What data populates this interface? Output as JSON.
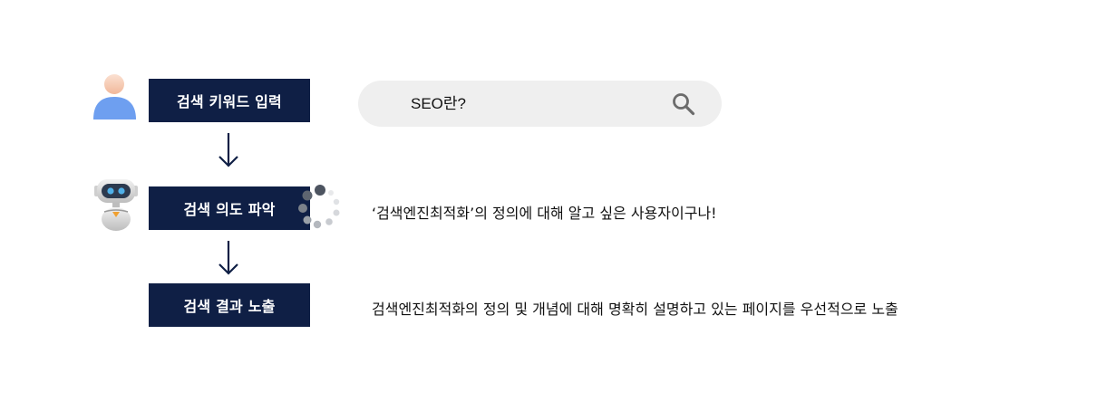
{
  "steps": [
    {
      "label": "검색 키워드 입력"
    },
    {
      "label": "검색 의도 파악"
    },
    {
      "label": "검색 결과 노출"
    }
  ],
  "search": {
    "query": "SEO란?",
    "icon": "search-icon"
  },
  "notes": [
    {
      "text": "‘검색엔진최적화’의 정의에 대해 알고 싶은 사용자이구나!"
    },
    {
      "text": "검색엔진최적화의 정의 및 개념에 대해 명확히 설명하고 있는 페이지를 우선적으로 노출"
    }
  ],
  "icons": {
    "user": "user-icon",
    "robot": "robot-icon",
    "loading": "loading-spinner-icon",
    "arrow": "arrow-down-icon"
  },
  "colors": {
    "step_bg": "#0f1f45",
    "search_bg": "#efefef",
    "user_body": "#6e9ff0",
    "user_head": "#f5c9b0",
    "robot_eye": "#4fb0e8"
  }
}
